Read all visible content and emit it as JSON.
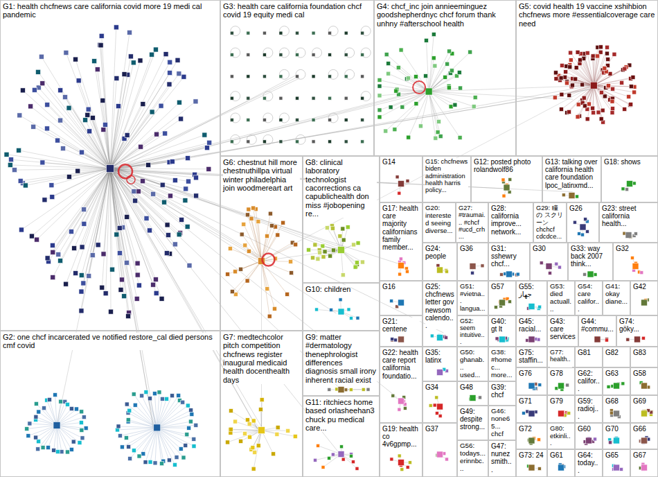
{
  "diagram": {
    "nodes": [
      {
        "text": [
          "G1: health chcfnews care california covid more 19 medi cal pandemic"
        ]
      },
      {
        "text": [
          "G2: one chcf incarcerated ve notified restore_cal died persons cmf covid"
        ]
      },
      {
        "text": [
          "G3: health care california foundation chcf covid 19 equity medi cal"
        ]
      },
      {
        "text": [
          "G4: chcf_inc join annieeminguez goodshepherdnyc chcf forum thank unhny #afterschool health"
        ]
      },
      {
        "text": [
          "G5: covid health 19 vaccine xshihbion chcfnews more #essentialcoverage care need"
        ]
      },
      {
        "text": [
          "G6: chestnut hill more chestnuthillpa virtual winter philadelphia join woodmereart art"
        ]
      },
      {
        "text": [
          "G7: medtechcolor pitch competition chcfnews register inaugural medicaid health docenthealth days"
        ]
      },
      {
        "text": [
          "G8: clinical laboratory technologist cacorrections ca capublichealth don miss #jobopening re..."
        ]
      },
      {
        "text": [
          "G9: matter #dermatology thenephrologist differences diagnosis small irony inherent racial exist"
        ]
      },
      {
        "text": [
          "G10: children"
        ]
      },
      {
        "text": [
          "G11: ritchiecs home based orlasheehan3 chuck pu medical care..."
        ]
      },
      {
        "text": [
          "G12: posted photo rolandwolf86"
        ]
      },
      {
        "text": [
          "G13: talking over california health care foundation lpoc_latinxmd..."
        ]
      },
      {
        "text": [
          "G14"
        ]
      },
      {
        "text": [
          "G15: chcfnews biden administration health harris policy..."
        ]
      },
      {
        "text": [
          "G16"
        ]
      },
      {
        "text": [
          "G17: health care majority californians family member..."
        ]
      },
      {
        "text": [
          "G18: shows"
        ]
      },
      {
        "text": [
          "G19: health co 4v6gpmp..."
        ]
      },
      {
        "text": [
          "G20: interested seeing diverse..."
        ]
      },
      {
        "text": [
          "G21: centene"
        ]
      },
      {
        "text": [
          "G22: health care report california foundatio..."
        ]
      },
      {
        "text": [
          "G23: street california health..."
        ]
      },
      {
        "text": [
          "G24: people"
        ]
      },
      {
        "text": [
          "G25: chcfnews letter gov newsom calendo..."
        ]
      },
      {
        "text": [
          "G26"
        ]
      },
      {
        "text": [
          "G27: #traumai... #chcf #ucd_crh..."
        ]
      },
      {
        "text": [
          "G28: california improve... network..."
        ]
      },
      {
        "text": [
          "G29: 瞳の スクリーン chchcf cdcdce..."
        ]
      },
      {
        "text": [
          "G30"
        ]
      },
      {
        "text": [
          "G31: sshewry chcf..."
        ]
      },
      {
        "text": [
          "G32"
        ]
      },
      {
        "text": [
          "G33: way back 2007 think..."
        ]
      },
      {
        "text": [
          "G34"
        ]
      },
      {
        "text": [
          "G35: latinx"
        ]
      },
      {
        "text": [
          "G36"
        ]
      },
      {
        "text": [
          "G37"
        ]
      },
      {
        "text": [
          "G38: #homec... more..."
        ]
      },
      {
        "text": [
          "G39: chcf"
        ]
      },
      {
        "text": [
          "G40: gt lt"
        ]
      },
      {
        "text": [
          "G41: okay diane..."
        ]
      },
      {
        "text": [
          "G42"
        ]
      },
      {
        "text": [
          "G43: care services"
        ]
      },
      {
        "text": [
          "G44: #commu..."
        ]
      },
      {
        "text": [
          "G45: racial..."
        ]
      },
      {
        "text": [
          "G46: none65... chcf"
        ]
      },
      {
        "text": [
          "G47: nunez smith..."
        ]
      },
      {
        "text": [
          "G48"
        ]
      },
      {
        "text": [
          "G49: despite strong..."
        ]
      },
      {
        "text": [
          "G50: ghanab... used..."
        ]
      },
      {
        "text": [
          "G51: #vietna... langua..."
        ]
      },
      {
        "text": [
          "G52: seem intuitive..."
        ]
      },
      {
        "text": [
          "G53: died actuall..."
        ]
      },
      {
        "text": [
          "G54: care califor..."
        ]
      },
      {
        "text": [
          "G55: جهاز"
        ]
      },
      {
        "text": [
          "G56: todays... erinnbc..."
        ]
      },
      {
        "text": [
          "G57"
        ]
      },
      {
        "text": [
          "G58"
        ]
      },
      {
        "text": [
          "G59: radioj..."
        ]
      },
      {
        "text": [
          "G60"
        ]
      },
      {
        "text": [
          "G61"
        ]
      },
      {
        "text": [
          "G62: califor..."
        ]
      },
      {
        "text": [
          "G63"
        ]
      },
      {
        "text": [
          "G64: today..."
        ]
      },
      {
        "text": [
          "G65"
        ]
      },
      {
        "text": [
          "G66"
        ]
      },
      {
        "text": [
          "G67"
        ]
      },
      {
        "text": [
          "G68"
        ]
      },
      {
        "text": [
          "G69"
        ]
      },
      {
        "text": [
          "G70"
        ]
      },
      {
        "text": [
          "G71"
        ]
      },
      {
        "text": [
          "G72"
        ]
      },
      {
        "text": [
          "G73: 24"
        ]
      },
      {
        "text": [
          "G74: göky..."
        ]
      },
      {
        "text": [
          "G75: staffin..."
        ]
      },
      {
        "text": [
          "G76"
        ]
      },
      {
        "text": [
          "G77: health..."
        ]
      },
      {
        "text": [
          "G78"
        ]
      },
      {
        "text": [
          "G79"
        ]
      },
      {
        "text": [
          "G80: etkinli..."
        ]
      },
      {
        "text": [
          "G81"
        ]
      },
      {
        "text": [
          "G82"
        ]
      },
      {
        "text": [
          "G83"
        ]
      }
    ]
  }
}
